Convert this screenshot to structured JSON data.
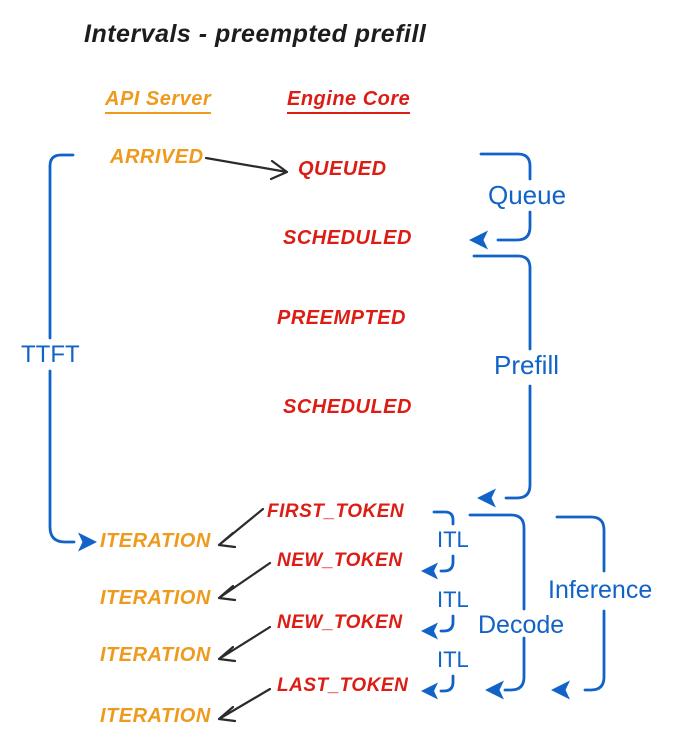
{
  "title": "Intervals - preempted prefill",
  "headers": {
    "api_server": "API Server",
    "engine_core": "Engine Core"
  },
  "events": {
    "arrived": "ARRIVED",
    "queued": "QUEUED",
    "scheduled_1": "SCHEDULED",
    "preempted": "PREEMPTED",
    "scheduled_2": "SCHEDULED",
    "first_token": "FIRST_TOKEN",
    "iteration_1": "ITERATION",
    "new_token_1": "NEW_TOKEN",
    "iteration_2": "ITERATION",
    "new_token_2": "NEW_TOKEN",
    "iteration_3": "ITERATION",
    "last_token": "LAST_TOKEN",
    "iteration_4": "ITERATION"
  },
  "intervals": {
    "ttft": "TTFT",
    "queue": "Queue",
    "prefill": "Prefill",
    "itl_1": "ITL",
    "itl_2": "ITL",
    "itl_3": "ITL",
    "decode": "Decode",
    "inference": "Inference"
  },
  "colors": {
    "api_server": "#EE9A1D",
    "engine_core": "#DC1D15",
    "intervals": "#1263C7",
    "arrows": "#2B2B2B",
    "background": "#FFFFFF"
  }
}
